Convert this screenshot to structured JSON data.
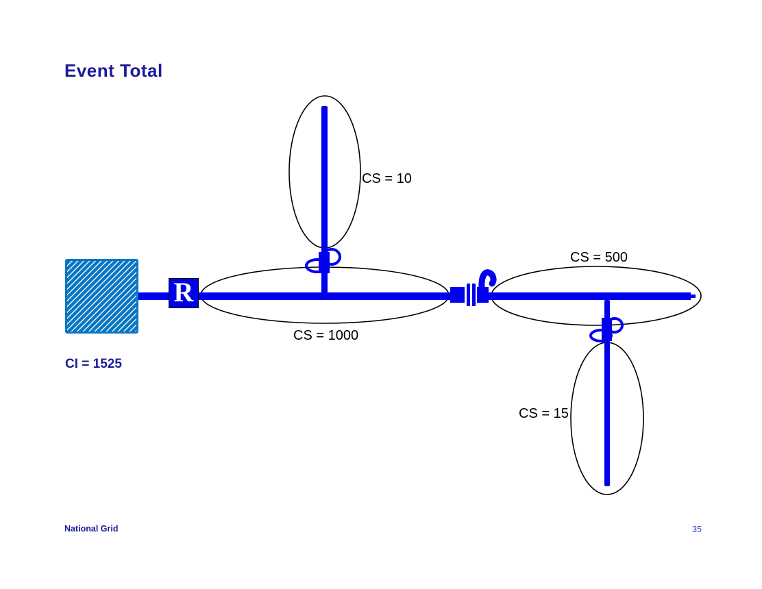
{
  "slide": {
    "title": "Event Total",
    "footer": {
      "brand": "National Grid",
      "page_number": "35"
    }
  },
  "diagram": {
    "source_label": "CI = 1525",
    "recloser_label": "R",
    "sections": {
      "top_branch": "CS = 10",
      "main_feeder": "CS = 1000",
      "right_feeder": "CS = 500",
      "bottom_branch": "CS = 15"
    },
    "colors": {
      "line_blue": "#0101ee",
      "source_fill_blue": "#0a77c4",
      "navy_text": "#1c1c99",
      "page_number_blue": "#2b3fc0",
      "label_black": "#000000",
      "region_outline_black": "#000000"
    },
    "icons": {
      "fuse_cutout_icon": "blue-loop",
      "open_point_icon": "double-bar-break-with-hook"
    }
  }
}
